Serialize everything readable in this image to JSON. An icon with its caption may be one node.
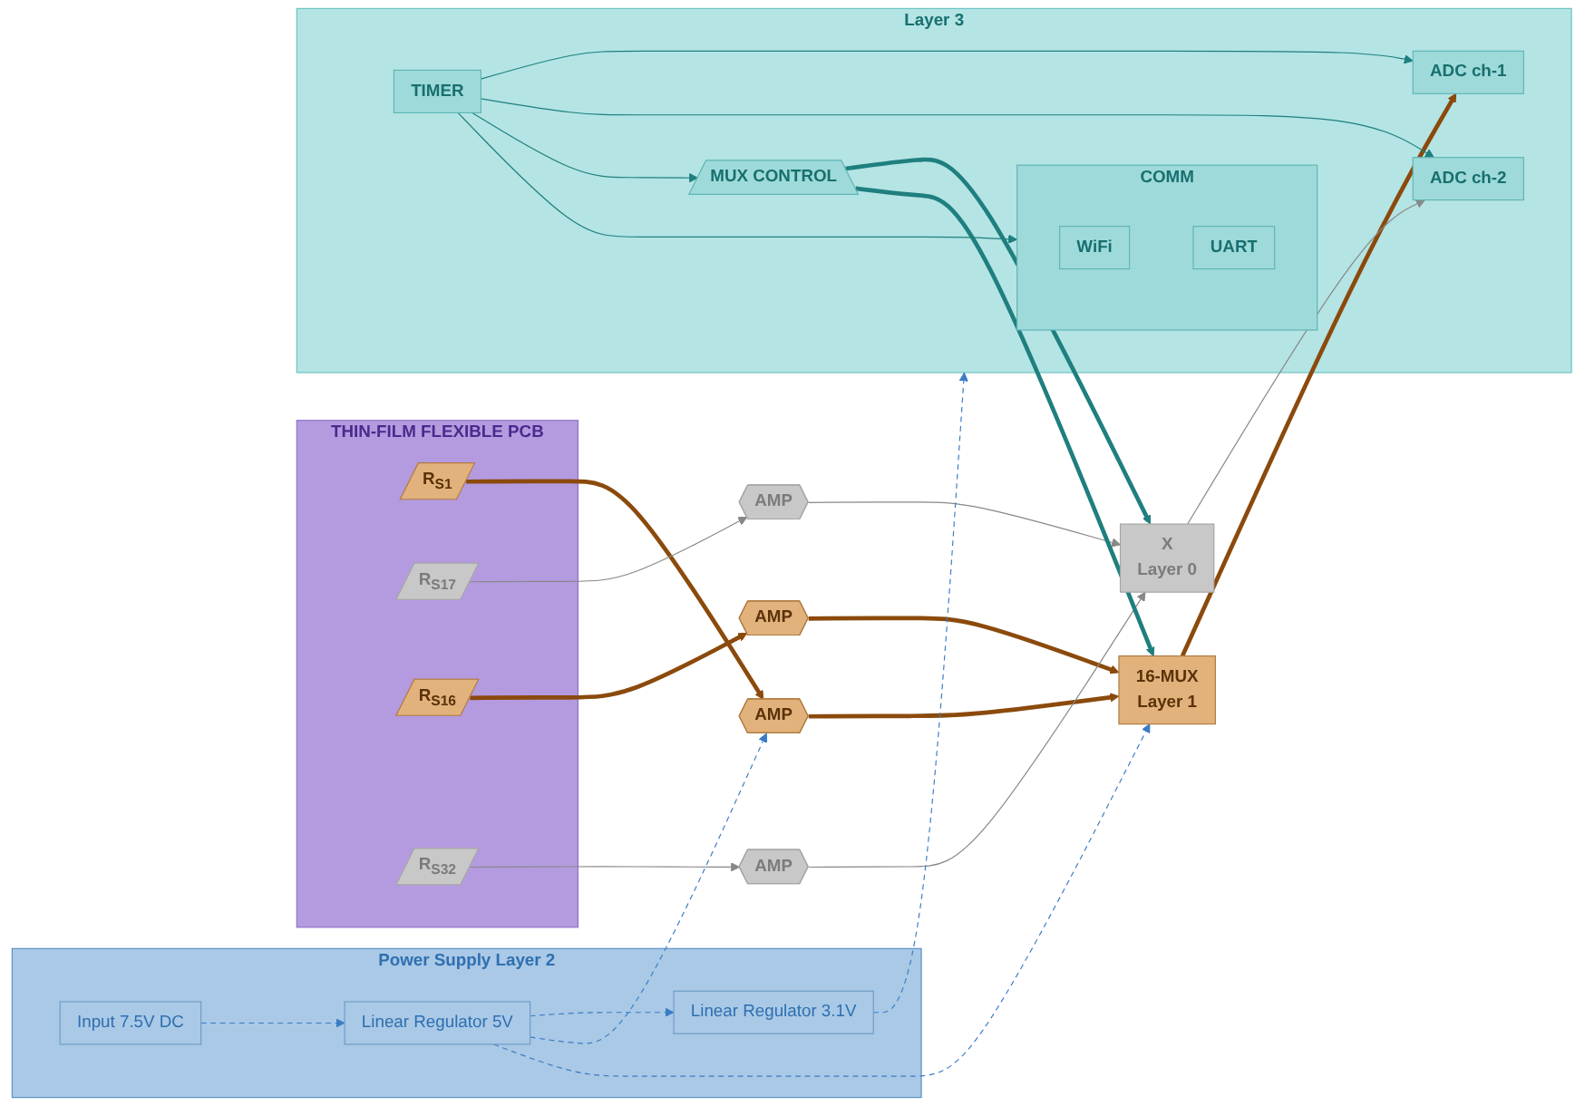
{
  "diagram": {
    "nodes": [
      {
        "text": [
          "Power Supply",
          "Layer 2"
        ]
      },
      {
        "text": [
          "Input 7.5V DC"
        ],
        "in": 0
      },
      {
        "text": [
          "Linear Regulator 5V"
        ],
        "in": 0
      },
      {
        "text": [
          "Linear Regulator 3.1V"
        ],
        "in": 0
      },
      {
        "text": [
          "THIN-FILM FLEXIBLE PCB"
        ]
      },
      {
        "text": [
          "R$_{S1}$"
        ],
        "in": 4
      },
      {
        "text": [
          "R$_{S17}$"
        ],
        "in": 4
      },
      {
        "text": [
          "R$_{S16}$"
        ],
        "in": 4
      },
      {
        "text": [
          "R$_{S32}$"
        ],
        "in": 4
      },
      {
        "text": [
          "AMP"
        ]
      },
      {
        "text": [
          "AMP"
        ]
      },
      {
        "text": [
          "AMP"
        ]
      },
      {
        "text": [
          "AMP"
        ]
      },
      {
        "text": [
          "16-MUX",
          "Layer 1"
        ]
      },
      {
        "text": [
          "X",
          "Layer 0"
        ]
      },
      {
        "text": [
          "Layer 3"
        ]
      },
      {
        "text": [
          "ADC ch-1"
        ],
        "in": 15
      },
      {
        "text": [
          "ADC ch-2"
        ],
        "in": 15
      },
      {
        "text": [
          "TIMER"
        ],
        "in": 15
      },
      {
        "text": [
          "COMM"
        ],
        "in": 15
      },
      {
        "text": [
          "WiFi"
        ],
        "in": 19
      },
      {
        "text": [
          "UART"
        ],
        "in": 19
      },
      {
        "text": [
          "MUX CONTROL"
        ],
        "in": 15
      }
    ],
    "edges": [
      {
        "from": 1,
        "to": 2,
        "arrow": "to",
        "style": "dashed",
        "color": "#3a7cc4"
      },
      {
        "from": 2,
        "to": 3,
        "arrow": "to",
        "style": "dashed",
        "color": "#3a7cc4"
      },
      {
        "from": 2,
        "to": 9,
        "arrow": "to",
        "style": "dashed",
        "color": "#3a7cc4"
      },
      {
        "from": 2,
        "to": 13,
        "arrow": "to",
        "style": "dashed",
        "color": "#3a7cc4"
      },
      {
        "from": 3,
        "to": 15,
        "arrow": "to",
        "style": "dashed",
        "color": "#3a7cc4"
      },
      {
        "from": 5,
        "to": 9,
        "arrow": "to",
        "style": "thick",
        "color": "#8b4a0c"
      },
      {
        "from": 7,
        "to": 11,
        "arrow": "to",
        "style": "thick",
        "color": "#8b4a0c"
      },
      {
        "from": 9,
        "to": 13,
        "arrow": "to",
        "style": "thick",
        "color": "#8b4a0c"
      },
      {
        "from": 11,
        "to": 13,
        "arrow": "to",
        "style": "thick",
        "color": "#8b4a0c"
      },
      {
        "from": 6,
        "to": 10,
        "arrow": "to",
        "color": "#888888"
      },
      {
        "from": 8,
        "to": 12,
        "arrow": "to",
        "color": "#888888"
      },
      {
        "from": 10,
        "to": 14,
        "arrow": "to",
        "color": "#888888"
      },
      {
        "from": 12,
        "to": 14,
        "arrow": "to",
        "color": "#888888"
      },
      {
        "from": 13,
        "to": 16,
        "arrow": "to",
        "style": "thick",
        "color": "#8b4a0c"
      },
      {
        "from": 14,
        "to": 17,
        "arrow": "to",
        "color": "#888888"
      },
      {
        "from": 18,
        "to": 16,
        "arrow": "to",
        "color": "#1f7f7f"
      },
      {
        "from": 18,
        "to": 17,
        "arrow": "to",
        "color": "#1f7f7f"
      },
      {
        "from": 18,
        "to": 22,
        "arrow": "to",
        "color": "#1f7f7f"
      },
      {
        "from": 18,
        "to": 19,
        "arrow": "to",
        "color": "#1f7f7f"
      },
      {
        "from": 22,
        "to": 14,
        "arrow": "to",
        "style": "thick",
        "color": "#1f7f7f"
      },
      {
        "from": 22,
        "to": 13,
        "arrow": "to",
        "style": "thick",
        "color": "#1f7f7f"
      }
    ]
  }
}
